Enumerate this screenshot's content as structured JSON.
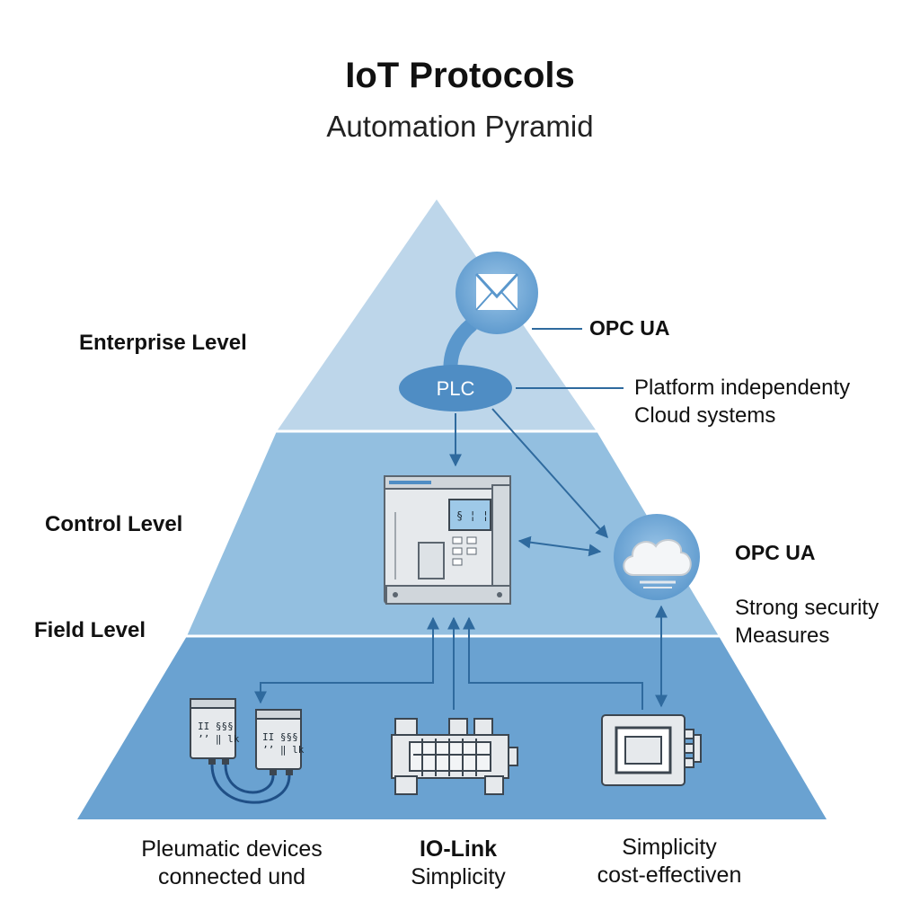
{
  "header": {
    "title": "IoT Protocols",
    "subtitle": "Automation Pyramid"
  },
  "levels": {
    "enterprise": "Enterprise Level",
    "control": "Control Level",
    "field": "Field Level"
  },
  "pyramid_colors": {
    "top": "#bdd6ea",
    "middle": "#93bfe0",
    "bottom": "#6aa2d1",
    "lines": "#2f6a9e"
  },
  "nodes": {
    "plc_label": "PLC",
    "envelope_icon": "envelope-icon",
    "cloud_icon": "cloud-icon",
    "controller_icon": "plc-controller-icon",
    "pneumatic_icon": "pneumatic-modules-icon",
    "iolink_icon": "io-link-terminal-icon",
    "chip_icon": "chip-module-icon"
  },
  "annotations": {
    "opc_ua_top": "OPC UA",
    "platform_line1": "Platform independenty",
    "platform_line2": "Cloud systems",
    "opc_ua_mid": "OPC UA",
    "security_line1": "Strong security",
    "security_line2": "Measures"
  },
  "captions": {
    "left_line1": "Pleumatic devices",
    "left_line2": "connected und",
    "center_line1": "IO-Link",
    "center_line2": "Simplicity",
    "right_line1": "Simplicity",
    "right_line2": "cost-effectiven"
  }
}
